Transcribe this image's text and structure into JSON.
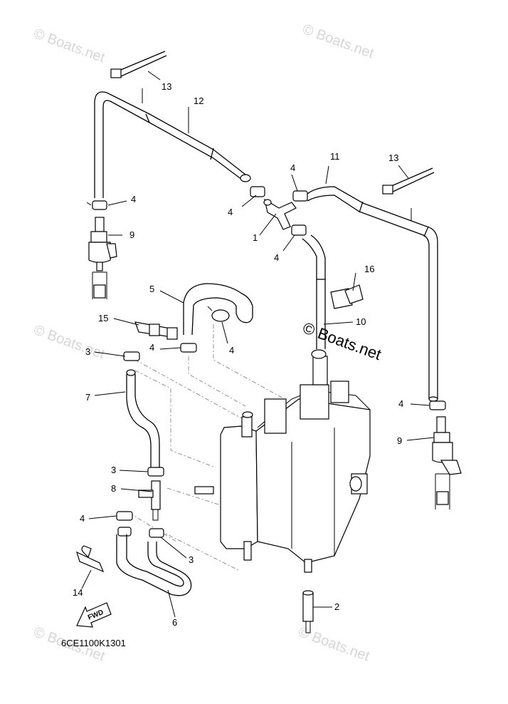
{
  "diagram": {
    "code": "6CE1100K1301",
    "fwd_label": "FWD",
    "watermark": "© Boats.net",
    "watermark_main": "© Boats.net"
  },
  "callouts": [
    {
      "id": "1",
      "label": "1"
    },
    {
      "id": "2",
      "label": "2"
    },
    {
      "id": "3a",
      "label": "3"
    },
    {
      "id": "3b",
      "label": "3"
    },
    {
      "id": "3c",
      "label": "3"
    },
    {
      "id": "4a",
      "label": "4"
    },
    {
      "id": "4b",
      "label": "4"
    },
    {
      "id": "4c",
      "label": "4"
    },
    {
      "id": "4d",
      "label": "4"
    },
    {
      "id": "4e",
      "label": "4"
    },
    {
      "id": "4f",
      "label": "4"
    },
    {
      "id": "4g",
      "label": "4"
    },
    {
      "id": "4h",
      "label": "4"
    },
    {
      "id": "4i",
      "label": "4"
    },
    {
      "id": "5",
      "label": "5"
    },
    {
      "id": "6",
      "label": "6"
    },
    {
      "id": "7",
      "label": "7"
    },
    {
      "id": "8",
      "label": "8"
    },
    {
      "id": "9a",
      "label": "9"
    },
    {
      "id": "9b",
      "label": "9"
    },
    {
      "id": "10",
      "label": "10"
    },
    {
      "id": "11",
      "label": "11"
    },
    {
      "id": "12",
      "label": "12"
    },
    {
      "id": "13a",
      "label": "13"
    },
    {
      "id": "13b",
      "label": "13"
    },
    {
      "id": "14",
      "label": "14"
    },
    {
      "id": "15",
      "label": "15"
    },
    {
      "id": "16",
      "label": "16"
    }
  ]
}
